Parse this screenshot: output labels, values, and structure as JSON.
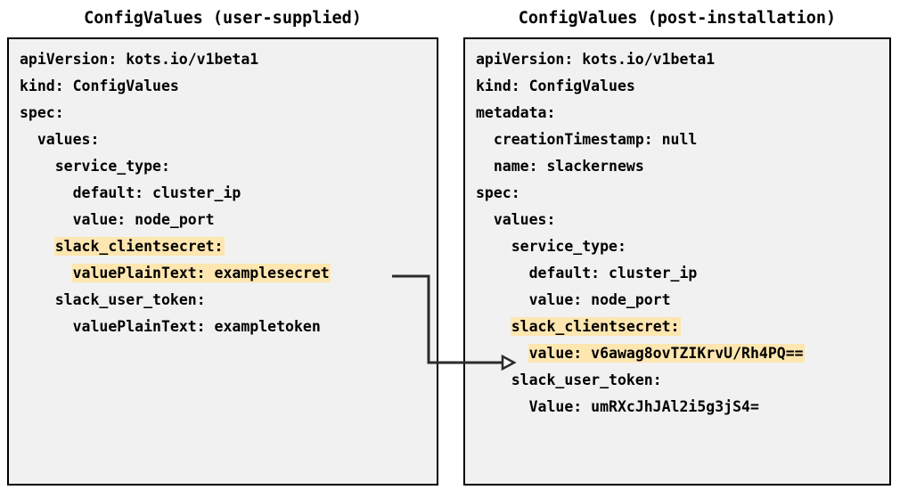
{
  "diagram": {
    "title": "ConfigValues user-supplied versus post-installation",
    "highlight_color": "#fde6b0",
    "panel_background": "#f1f1f1",
    "border_color": "#000000",
    "connector_color": "#2b2b2b"
  },
  "left_panel": {
    "title": "ConfigValues (user-supplied)",
    "lines": [
      {
        "text": "apiVersion: kots.io/v1beta1",
        "indent": 0,
        "highlight": false
      },
      {
        "text": "kind: ConfigValues",
        "indent": 0,
        "highlight": false
      },
      {
        "text": "spec:",
        "indent": 0,
        "highlight": false
      },
      {
        "text": "  values:",
        "indent": 0,
        "highlight": false
      },
      {
        "text": "    service_type:",
        "indent": 0,
        "highlight": false
      },
      {
        "text": "      default: cluster_ip",
        "indent": 0,
        "highlight": false
      },
      {
        "text": "      value: node_port",
        "indent": 0,
        "highlight": false
      },
      {
        "text": "    slack_clientsecret:",
        "indent": 0,
        "highlight": true
      },
      {
        "text": "      valuePlainText: examplesecret",
        "indent": 0,
        "highlight": true
      },
      {
        "text": "    slack_user_token:",
        "indent": 0,
        "highlight": false
      },
      {
        "text": "      valuePlainText: exampletoken",
        "indent": 0,
        "highlight": false
      }
    ]
  },
  "right_panel": {
    "title": "ConfigValues (post-installation)",
    "lines": [
      {
        "text": "apiVersion: kots.io/v1beta1",
        "indent": 0,
        "highlight": false
      },
      {
        "text": "kind: ConfigValues",
        "indent": 0,
        "highlight": false
      },
      {
        "text": "metadata:",
        "indent": 0,
        "highlight": false
      },
      {
        "text": "  creationTimestamp: null",
        "indent": 0,
        "highlight": false
      },
      {
        "text": "  name: slackernews",
        "indent": 0,
        "highlight": false
      },
      {
        "text": "spec:",
        "indent": 0,
        "highlight": false
      },
      {
        "text": "  values:",
        "indent": 0,
        "highlight": false
      },
      {
        "text": "    service_type:",
        "indent": 0,
        "highlight": false
      },
      {
        "text": "      default: cluster_ip",
        "indent": 0,
        "highlight": false
      },
      {
        "text": "      value: node_port",
        "indent": 0,
        "highlight": false
      },
      {
        "text": "    slack_clientsecret:",
        "indent": 0,
        "highlight": true
      },
      {
        "text": "      value: v6awag8ovTZIKrvU/Rh4PQ==",
        "indent": 0,
        "highlight": true
      },
      {
        "text": "    slack_user_token:",
        "indent": 0,
        "highlight": false
      },
      {
        "text": "      Value: umRXcJhJAl2i5g3jS4=",
        "indent": 0,
        "highlight": false
      }
    ]
  },
  "connector": {
    "from_label": "valuePlainText: examplesecret",
    "to_label": "value: v6awag8ovTZIKrvU/Rh4PQ==",
    "arrowhead": "open-triangle"
  }
}
